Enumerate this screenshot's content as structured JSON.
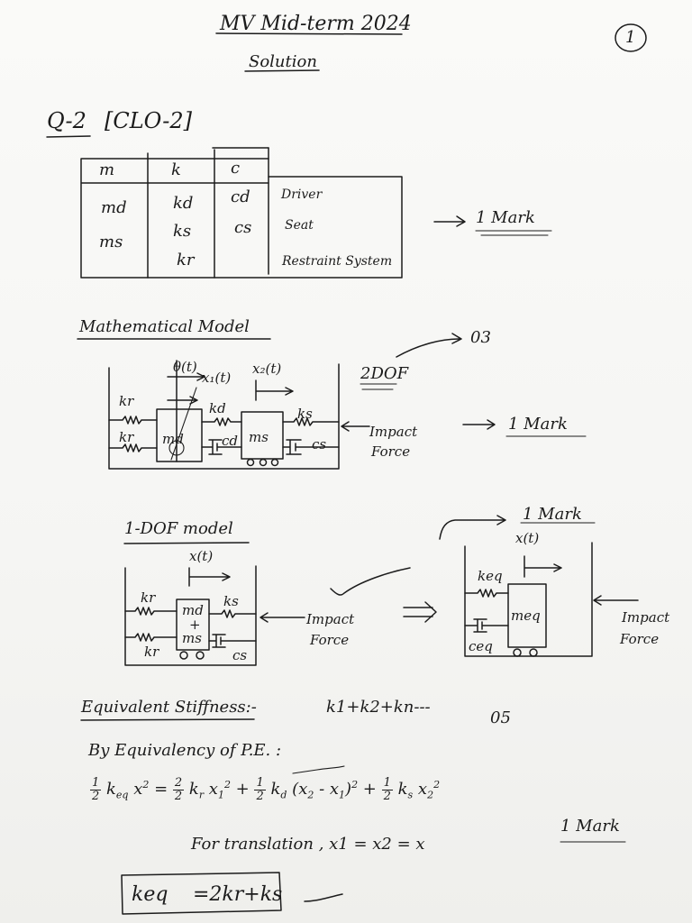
{
  "header": {
    "title": "MV Mid-term 2024",
    "subtitle": "Solution",
    "page_number": "1"
  },
  "question": {
    "label": "Q-2",
    "clo": "[CLO-2]"
  },
  "table": {
    "headers": [
      "m",
      "k",
      "c"
    ],
    "rows": [
      {
        "m": "md",
        "k": "kd",
        "c": "cd",
        "desc": "Driver"
      },
      {
        "m": "ms",
        "k": "ks",
        "c": "cs",
        "desc": "Seat"
      },
      {
        "m": "",
        "k": "kr",
        "c": "",
        "desc": "Restraint System"
      }
    ],
    "mark": "1 Mark"
  },
  "math_model": {
    "heading": "Mathematical Model",
    "marks_total": "03",
    "dof": "2DOF",
    "mark": "1 Mark",
    "impact_label": [
      "Impact",
      "Force"
    ],
    "labels": {
      "theta": "θ(t)",
      "x1": "x₁(t)",
      "x2": "x₂(t)",
      "kr_top": "kr",
      "kr_bottom": "kr",
      "kd": "kd",
      "ks": "ks",
      "cd": "cd",
      "ms": "ms",
      "cs": "cs",
      "md": "md"
    }
  },
  "one_dof": {
    "heading": "1-DOF model",
    "mark": "1 Mark",
    "left_labels": {
      "x": "x(t)",
      "kr_top": "kr",
      "kr_bottom": "kr",
      "ks": "ks",
      "md": "md",
      "plus": "+",
      "ms": "ms",
      "cs": "cs"
    },
    "impact_label": [
      "Impact",
      "Force"
    ],
    "right_labels": {
      "x": "x(t)",
      "keq": "keq",
      "meq": "meq",
      "ceq": "ceq"
    },
    "impact_label_right": [
      "Impact",
      "Force"
    ]
  },
  "equivalent": {
    "heading": "Equivalent Stiffness:-",
    "series": "k1+k2+kn---",
    "marks": "05",
    "line1": "By Equivalency of P.E. :",
    "mark": "1 Mark",
    "translation": "For translation , x1 = x2 = x",
    "result_lhs": "keq",
    "result_rhs": "=2kr+ks"
  }
}
